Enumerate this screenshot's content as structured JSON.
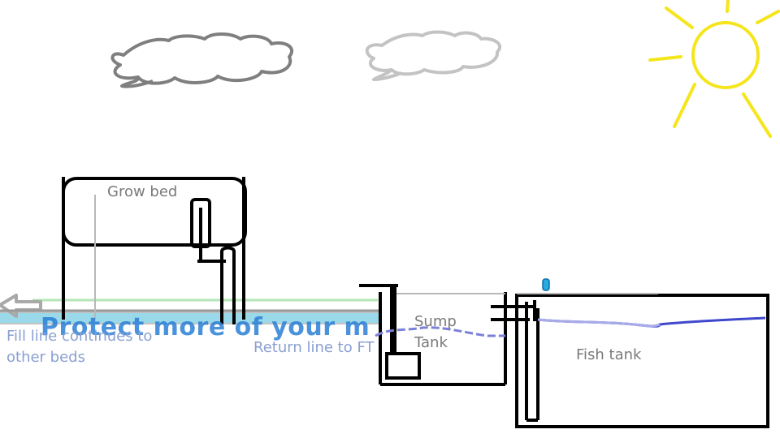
{
  "labels": {
    "grow_bed": "Grow bed",
    "sump_line1": "Sump",
    "sump_line2": "Tank",
    "fish_tank": "Fish tank",
    "fill_line1": "Fill line continues to",
    "fill_line2": "other beds",
    "return_line": "Return line to FT"
  },
  "watermark": "Protect more of your m",
  "colors": {
    "outline": "#000000",
    "cloud_dark": "#7f7f7f",
    "cloud_light": "#c3c3c3",
    "sun": "#f5e51c",
    "fill_pipe": "#99d9ea",
    "green_pipe": "#b5e6b5",
    "water": "#3f48cc",
    "label_blue": "#8aa0d2",
    "watermark": "#2b7fd6"
  }
}
